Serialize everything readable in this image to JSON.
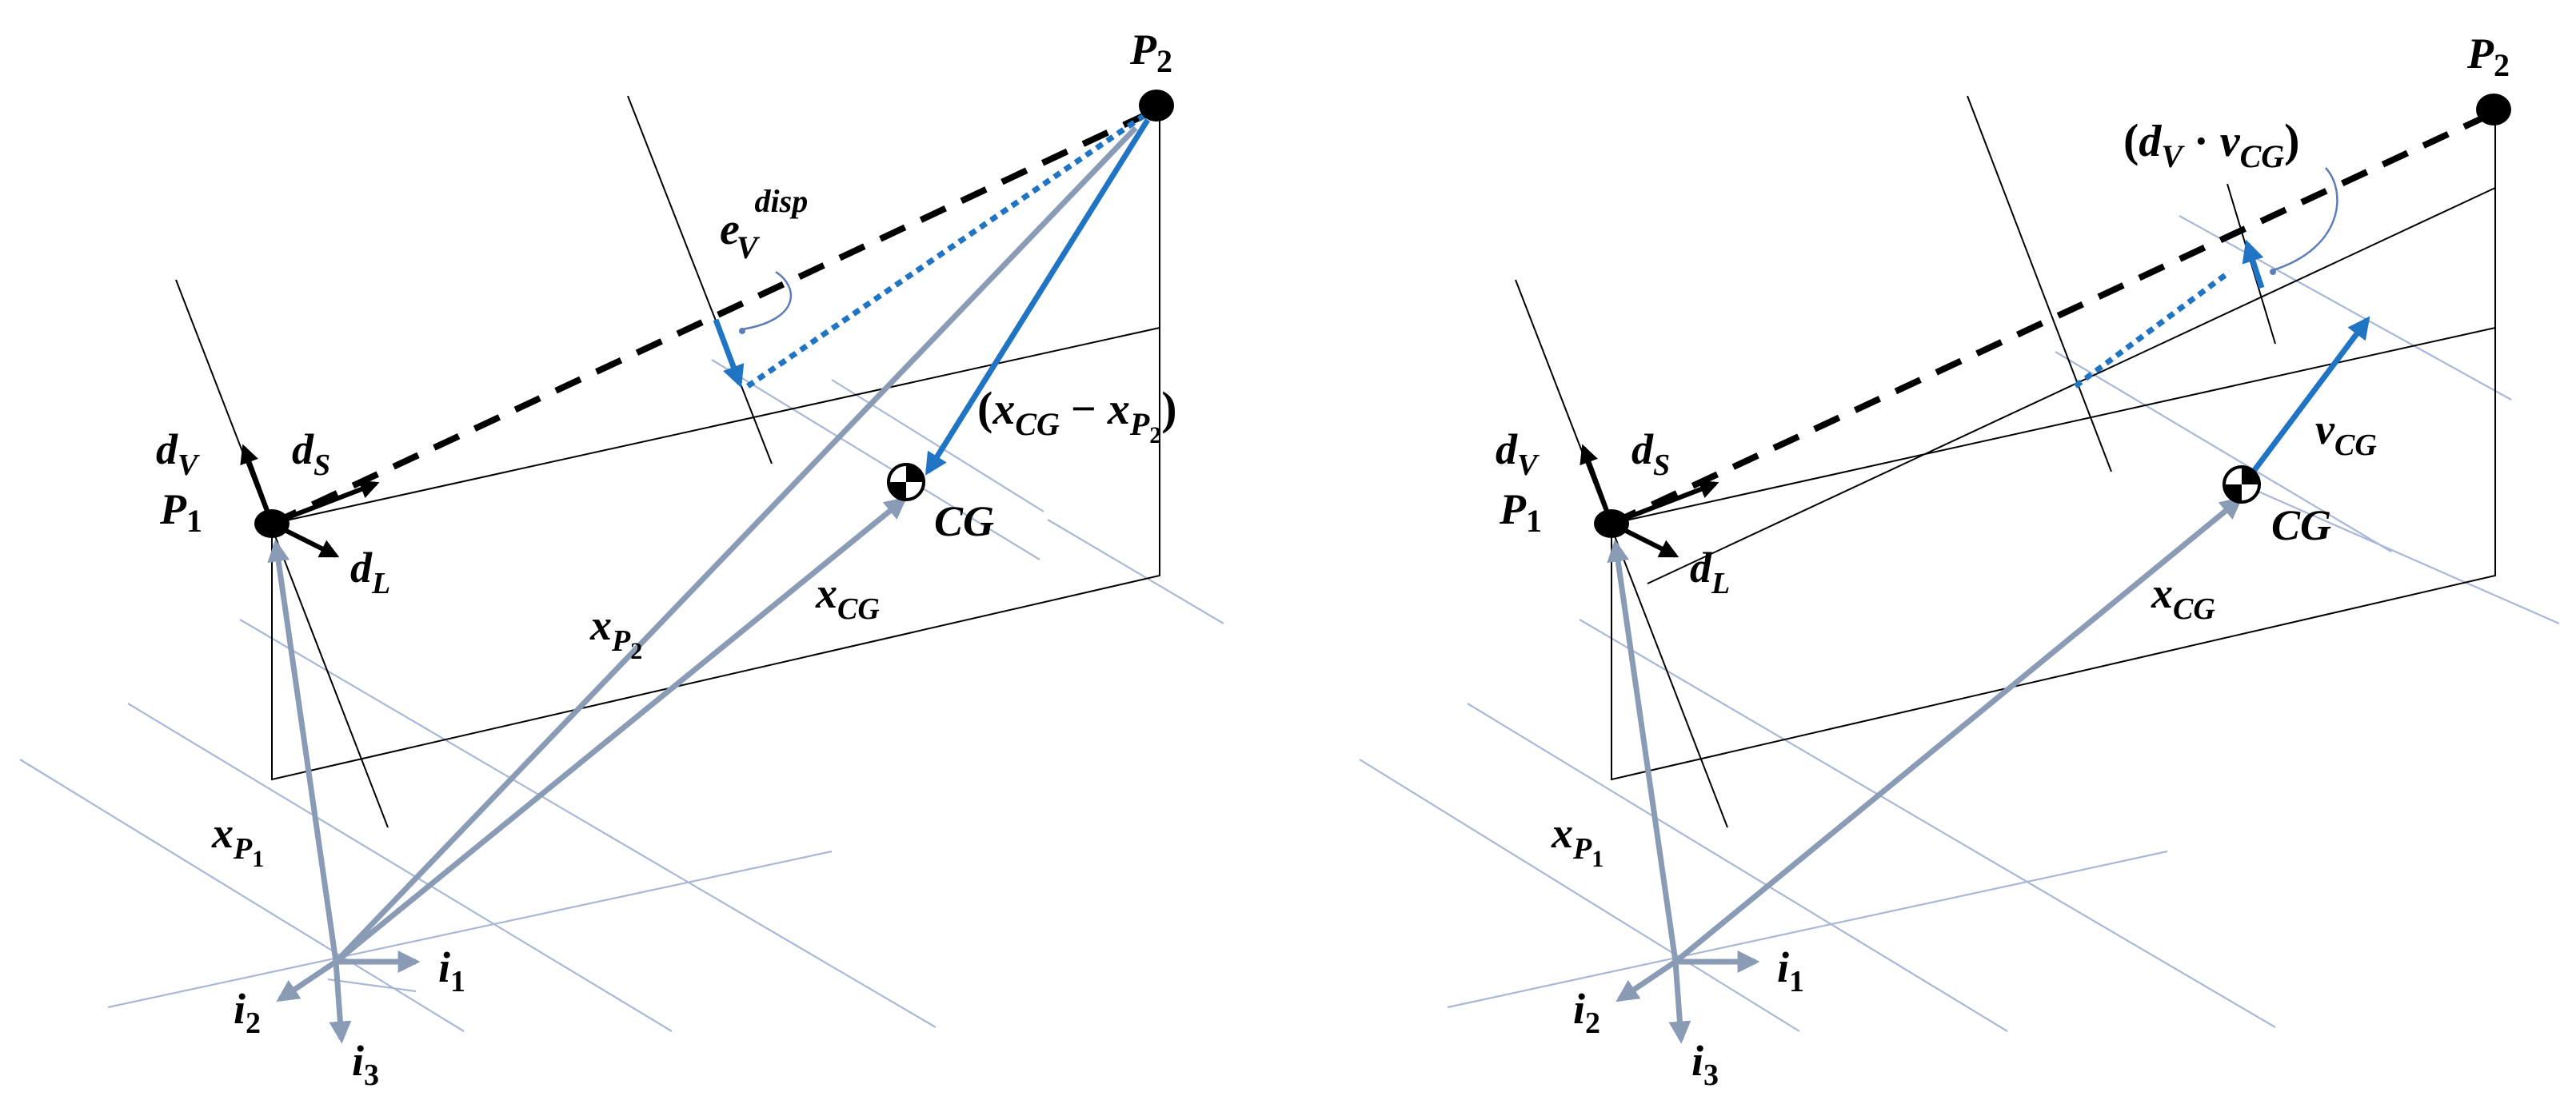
{
  "panels": [
    {
      "p1": "P",
      "p1_sub": "1",
      "p2": "P",
      "p2_sub": "2",
      "dv": "d",
      "dv_sub": "V",
      "ds": "d",
      "ds_sub": "S",
      "dl": "d",
      "dl_sub": "L",
      "cg": "CG",
      "xcg": "x",
      "xcg_sub": "CG",
      "xp1": "x",
      "xp1_sub": "P",
      "xp1_subsub": "1",
      "xp2": "x",
      "xp2_sub": "P",
      "xp2_subsub": "2",
      "i1": "i",
      "i1_sub": "1",
      "i2": "i",
      "i2_sub": "2",
      "i3": "i",
      "i3_sub": "3",
      "evec": "e",
      "evec_sub": "V",
      "evec_sup": "disp",
      "diff_open": "(",
      "diff_a": "x",
      "diff_a_sub": "CG",
      "diff_minus": " − ",
      "diff_b": "x",
      "diff_b_sub": "P",
      "diff_b_subsub": "2",
      "diff_close": ")"
    },
    {
      "p1": "P",
      "p1_sub": "1",
      "p2": "P",
      "p2_sub": "2",
      "dv": "d",
      "dv_sub": "V",
      "ds": "d",
      "ds_sub": "S",
      "dl": "d",
      "dl_sub": "L",
      "cg": "CG",
      "xcg": "x",
      "xcg_sub": "CG",
      "xp1": "x",
      "xp1_sub": "P",
      "xp1_subsub": "1",
      "i1": "i",
      "i1_sub": "1",
      "i2": "i",
      "i2_sub": "2",
      "i3": "i",
      "i3_sub": "3",
      "vcg": "v",
      "vcg_sub": "CG",
      "dot_open": "(",
      "dot_a": "d",
      "dot_a_sub": "V",
      "dot_op": " · ",
      "dot_b": "v",
      "dot_b_sub": "CG",
      "dot_close": ")"
    }
  ],
  "colors": {
    "grid": "#A9B8D6",
    "gray_vector": "#8A9BB5",
    "blue_vector": "#1F74C3",
    "black": "#000000"
  }
}
